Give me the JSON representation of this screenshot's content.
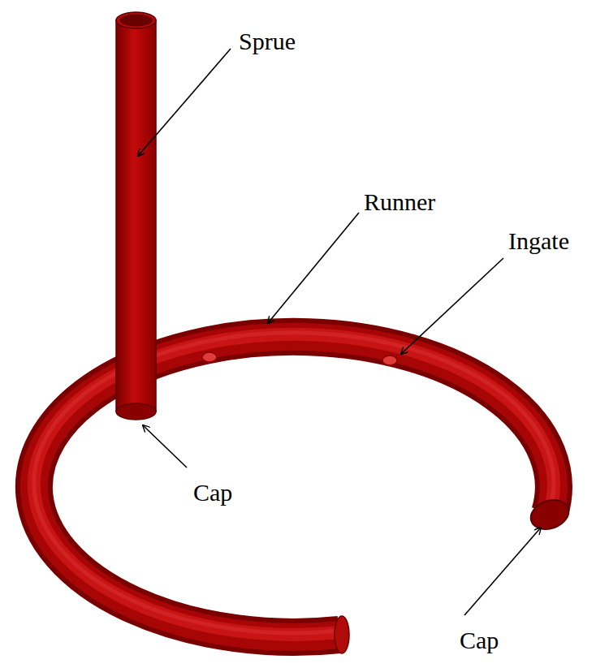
{
  "diagram": {
    "labels": [
      "Sprue",
      "Runner",
      "Ingate",
      "Cap",
      "Cap"
    ]
  }
}
